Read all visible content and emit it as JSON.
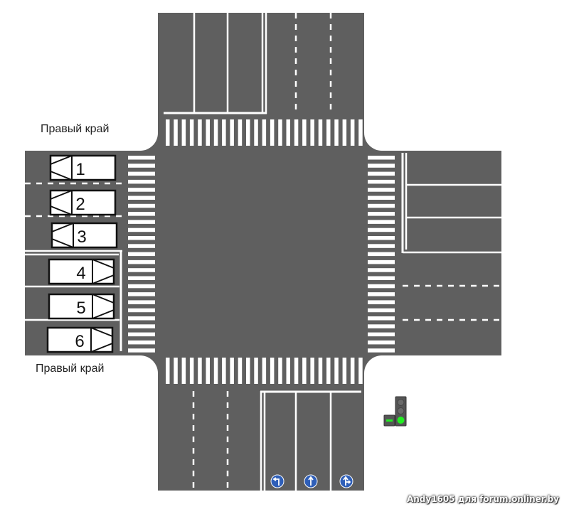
{
  "labels": {
    "edge_top": "Правый край",
    "edge_bottom": "Правый край"
  },
  "vehicles": [
    {
      "number": "1",
      "direction": "left"
    },
    {
      "number": "2",
      "direction": "left"
    },
    {
      "number": "3",
      "direction": "left"
    },
    {
      "number": "4",
      "direction": "right"
    },
    {
      "number": "5",
      "direction": "right"
    },
    {
      "number": "6",
      "direction": "right"
    }
  ],
  "signs": [
    "turn-left-sign",
    "straight-sign",
    "straight-or-right-sign"
  ],
  "traffic_light": {
    "main": "green",
    "arrow_section": "green"
  },
  "watermark": "Andy1605 для forum.onliner.by",
  "colors": {
    "road": "#5f5f5f",
    "marking": "#ffffff",
    "sign": "#2f5fb8",
    "green": "#22ee22"
  }
}
